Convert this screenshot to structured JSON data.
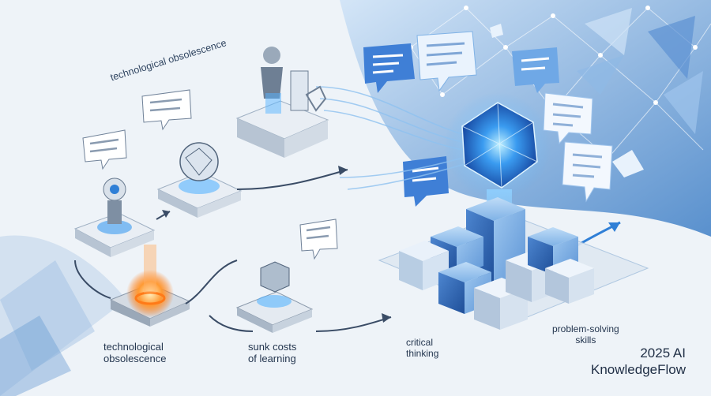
{
  "labels": {
    "top_obsolescence": "technological obsolescence",
    "obsolescence": "technological\nobsolescence",
    "sunk_costs": "sunk costs\nof learning",
    "critical_thinking": "critical\nthinking",
    "problem_solving": "problem-solving\nskills"
  },
  "brand": {
    "line1": "2025 AI",
    "line2": "KnowledgeFlow"
  },
  "colors": {
    "accent_blue": "#2f7fd6",
    "light_blue": "#7fb8ee",
    "glow_orange": "#ff8a2a",
    "platform_gray": "#c9d3de",
    "text_dark": "#24364f"
  }
}
